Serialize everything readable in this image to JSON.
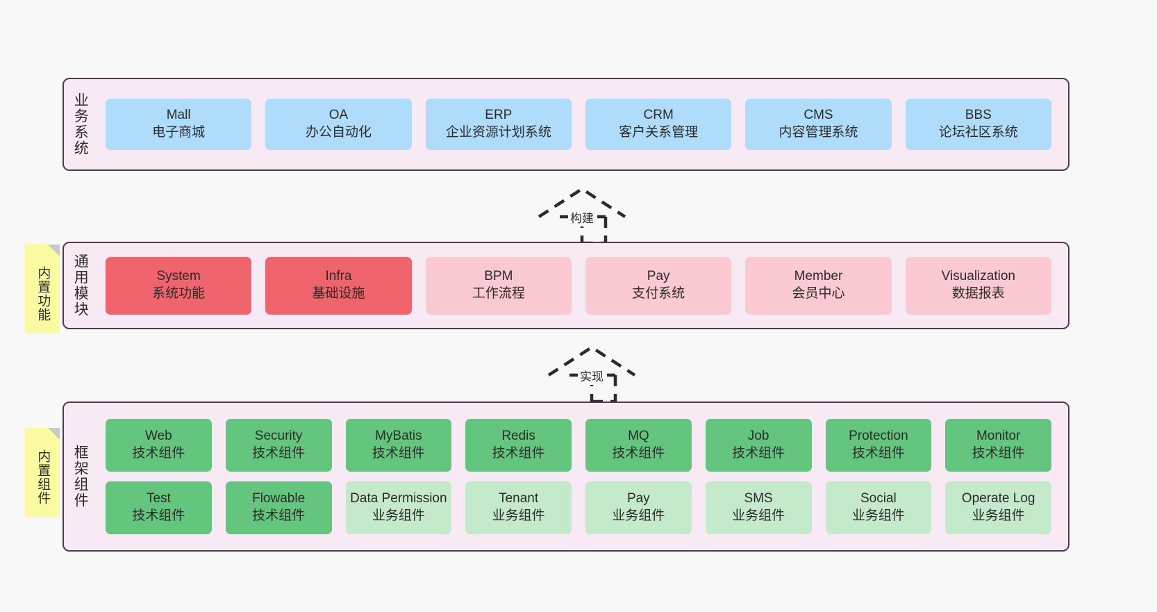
{
  "diagram": {
    "background": "#F8F8F8",
    "layers": [
      {
        "id": "business-system",
        "title": "业务系统",
        "cards": [
          {
            "name": "Mall",
            "desc": "电子商城",
            "color": "#AEDCFA"
          },
          {
            "name": "OA",
            "desc": "办公自动化",
            "color": "#AEDCFA"
          },
          {
            "name": "ERP",
            "desc": "企业资源计划系统",
            "color": "#AEDCFA"
          },
          {
            "name": "CRM",
            "desc": "客户关系管理",
            "color": "#AEDCFA"
          },
          {
            "name": "CMS",
            "desc": "内容管理系统",
            "color": "#AEDCFA"
          },
          {
            "name": "BBS",
            "desc": "论坛社区系统",
            "color": "#AEDCFA"
          }
        ]
      },
      {
        "id": "common-module",
        "title": "通用模块",
        "note": "内置功能",
        "cards": [
          {
            "name": "System",
            "desc": "系统功能",
            "color": "#F0656D"
          },
          {
            "name": "Infra",
            "desc": "基础设施",
            "color": "#F0656D"
          },
          {
            "name": "BPM",
            "desc": "工作流程",
            "color": "#FBC9D1"
          },
          {
            "name": "Pay",
            "desc": "支付系统",
            "color": "#FBC9D1"
          },
          {
            "name": "Member",
            "desc": "会员中心",
            "color": "#FBC9D1"
          },
          {
            "name": "Visualization",
            "desc": "数据报表",
            "color": "#FBC9D1"
          }
        ]
      },
      {
        "id": "framework-component",
        "title": "框架组件",
        "note": "内置组件",
        "rows": [
          [
            {
              "name": "Web",
              "desc": "技术组件",
              "color": "#64C57E"
            },
            {
              "name": "Security",
              "desc": "技术组件",
              "color": "#64C57E"
            },
            {
              "name": "MyBatis",
              "desc": "技术组件",
              "color": "#64C57E"
            },
            {
              "name": "Redis",
              "desc": "技术组件",
              "color": "#64C57E"
            },
            {
              "name": "MQ",
              "desc": "技术组件",
              "color": "#64C57E"
            },
            {
              "name": "Job",
              "desc": "技术组件",
              "color": "#64C57E"
            },
            {
              "name": "Protection",
              "desc": "技术组件",
              "color": "#64C57E"
            },
            {
              "name": "Monitor",
              "desc": "技术组件",
              "color": "#64C57E"
            }
          ],
          [
            {
              "name": "Test",
              "desc": "技术组件",
              "color": "#64C57E"
            },
            {
              "name": "Flowable",
              "desc": "技术组件",
              "color": "#64C57E"
            },
            {
              "name": "Data Permission",
              "desc": "业务组件",
              "color": "#C5E9CB"
            },
            {
              "name": "Tenant",
              "desc": "业务组件",
              "color": "#C5E9CB"
            },
            {
              "name": "Pay",
              "desc": "业务组件",
              "color": "#C5E9CB"
            },
            {
              "name": "SMS",
              "desc": "业务组件",
              "color": "#C5E9CB"
            },
            {
              "name": "Social",
              "desc": "业务组件",
              "color": "#C5E9CB"
            },
            {
              "name": "Operate Log",
              "desc": "业务组件",
              "color": "#C5E9CB"
            }
          ]
        ]
      }
    ],
    "connectors": [
      {
        "id": "build",
        "label": "构建"
      },
      {
        "id": "implement",
        "label": "实现"
      }
    ]
  }
}
